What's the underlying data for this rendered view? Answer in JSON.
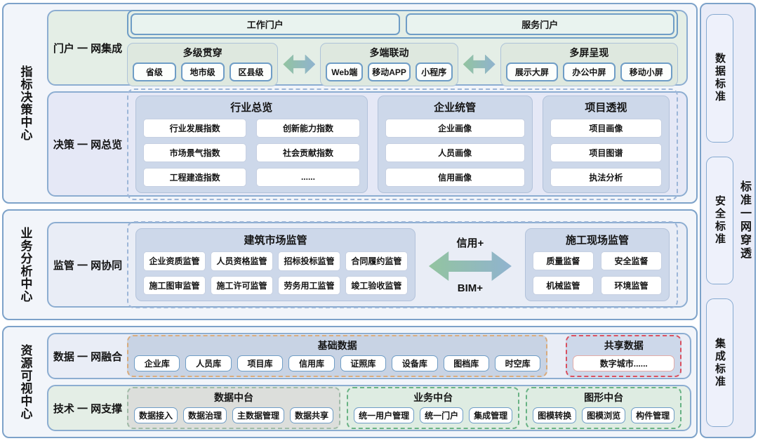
{
  "groups": {
    "g1": "指标决策中心",
    "g2": "业务分析中心",
    "g3": "资源可视中心"
  },
  "right": {
    "boxes": [
      "数据标准",
      "安全标准",
      "集成标准"
    ],
    "label": "标准一网穿透"
  },
  "portal": {
    "title": "门户 一 网集成",
    "work": "工作门户",
    "service": "服务门户",
    "levels": {
      "title": "多级贯穿",
      "items": [
        "省级",
        "地市级",
        "区县级"
      ]
    },
    "ends": {
      "title": "多端联动",
      "items": [
        "Web端",
        "移动APP",
        "小程序"
      ]
    },
    "screens": {
      "title": "多屏呈现",
      "items": [
        "展示大屏",
        "办公中屏",
        "移动小屏"
      ]
    }
  },
  "decision": {
    "title": "决策 一 网总览",
    "industry": {
      "title": "行业总览",
      "items": [
        "行业发展指数",
        "创新能力指数",
        "市场景气指数",
        "社会贡献指数",
        "工程建造指数",
        "......"
      ]
    },
    "enterprise": {
      "title": "企业统管",
      "items": [
        "企业画像",
        "人员画像",
        "信用画像"
      ]
    },
    "project": {
      "title": "项目透视",
      "items": [
        "项目画像",
        "项目图谱",
        "执法分析"
      ]
    }
  },
  "supervision": {
    "title": "监管 一 网协同",
    "market": {
      "title": "建筑市场监管",
      "items": [
        "企业资质监管",
        "人员资格监管",
        "招标投标监管",
        "合同履约监管",
        "施工图审监管",
        "施工许可监管",
        "劳务用工监管",
        "竣工验收监管"
      ]
    },
    "arrow_top": "信用+",
    "arrow_bottom": "BIM+",
    "site": {
      "title": "施工现场监管",
      "items": [
        "质量监督",
        "安全监督",
        "机械监管",
        "环境监管"
      ]
    }
  },
  "data_fusion": {
    "title": "数据 一 网融合",
    "basic": {
      "title": "基础数据",
      "items": [
        "企业库",
        "人员库",
        "项目库",
        "信用库",
        "证照库",
        "设备库",
        "图档库",
        "时空库"
      ]
    },
    "shared": {
      "title": "共享数据",
      "items": [
        "数字城市......"
      ]
    }
  },
  "tech": {
    "title": "技术 一 网支撑",
    "data_mid": {
      "title": "数据中台",
      "items": [
        "数据接入",
        "数据治理",
        "主数据管理",
        "数据共享"
      ]
    },
    "biz_mid": {
      "title": "业务中台",
      "items": [
        "统一用户管理",
        "统一门户",
        "集成管理"
      ]
    },
    "graph_mid": {
      "title": "图形中台",
      "items": [
        "图模转换",
        "图模浏览",
        "构件管理"
      ]
    }
  },
  "colors": {
    "group-border": "#7da2c9",
    "band-green": "#e4eee6",
    "band-lavender": "#e5e8f6",
    "band-mist": "#e9edf6",
    "card-blue": "#cdd8ea",
    "arrow-green": "#93c4a0",
    "arrow-blue": "#90b3cf",
    "dash-orange": "#d8ab7d",
    "dash-red": "#d9505f",
    "dash-green": "#68b284",
    "dash-sage": "#9fbaa7"
  }
}
